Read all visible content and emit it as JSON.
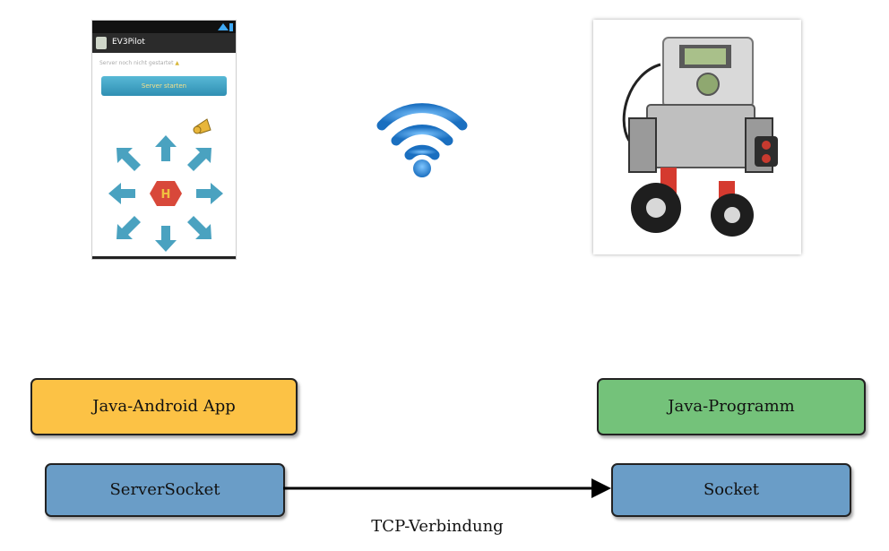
{
  "phone": {
    "app_title": "EV3Pilot",
    "status_message": "Server noch nicht gestartet",
    "start_button_label": "Server starten",
    "center_label": "H"
  },
  "diagram": {
    "left_top": "Java-Android App",
    "left_bottom": "ServerSocket",
    "right_top": "Java-Programm",
    "right_bottom": "Socket",
    "connection_label": "TCP-Verbindung"
  },
  "colors": {
    "android_box": "#fcc245",
    "program_box": "#74c27a",
    "socket_box": "#6a9dc7",
    "arrow_color": "#4aa2c0",
    "wifi_color": "#2a86d0"
  }
}
